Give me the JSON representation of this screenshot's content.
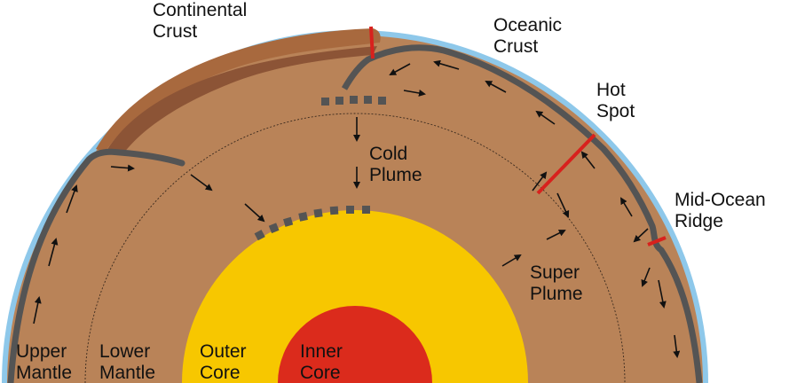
{
  "labels": {
    "continental_crust": [
      "Continental",
      "Crust"
    ],
    "oceanic_crust": [
      "Oceanic",
      "Crust"
    ],
    "hot_spot": [
      "Hot",
      "Spot"
    ],
    "mid_ocean_ridge": [
      "Mid-Ocean",
      "Ridge"
    ],
    "cold_plume": [
      "Cold",
      "Plume"
    ],
    "super_plume": [
      "Super",
      "Plume"
    ],
    "upper_mantle": [
      "Upper",
      "Mantle"
    ],
    "lower_mantle": [
      "Lower",
      "Mantle"
    ],
    "outer_core": [
      "Outer",
      "Core"
    ],
    "inner_core": [
      "Inner",
      "Core"
    ]
  },
  "colors": {
    "ocean": "#8ec8ea",
    "mantle": "#b98358",
    "mantle_line": "#3a2a1e",
    "continental_crust": "#a8693e",
    "continental_crust_dark": "#8c5436",
    "oceanic_plate": "#545454",
    "outer_core": "#f7c700",
    "inner_core": "#db2b1c",
    "hot_spot": "#d8211d",
    "arrow": "#111111",
    "text": "#111111"
  }
}
